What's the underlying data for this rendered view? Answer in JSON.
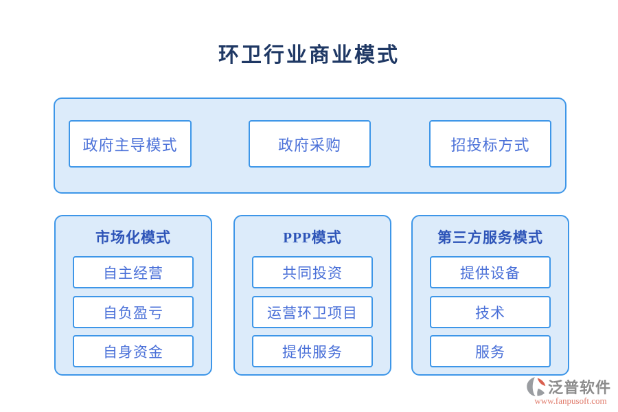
{
  "title": "环卫行业商业模式",
  "top_panel": {
    "items": [
      "政府主导模式",
      "政府采购",
      "招投标方式"
    ]
  },
  "panels": [
    {
      "title": "市场化模式",
      "items": [
        "自主经营",
        "自负盈亏",
        "自身资金"
      ]
    },
    {
      "title": "PPP模式",
      "items": [
        "共同投资",
        "运营环卫项目",
        "提供服务"
      ]
    },
    {
      "title": "第三方服务模式",
      "items": [
        "提供设备",
        "技术",
        "服务"
      ]
    }
  ],
  "logo": {
    "name": "泛普软件",
    "url": "www.fanpusoft.com"
  },
  "icons": {
    "logo": "fanpu-swirl-icon"
  },
  "colors": {
    "title_text": "#1f3864",
    "panel_fill": "#dcebfa",
    "panel_border": "#3d96e8",
    "box_text": "#4a70d8",
    "panel_title_text": "#2d54b8",
    "logo_gray": "#8c8c8c",
    "logo_red": "#d9604f",
    "logo_url_text": "#e07b6b"
  }
}
